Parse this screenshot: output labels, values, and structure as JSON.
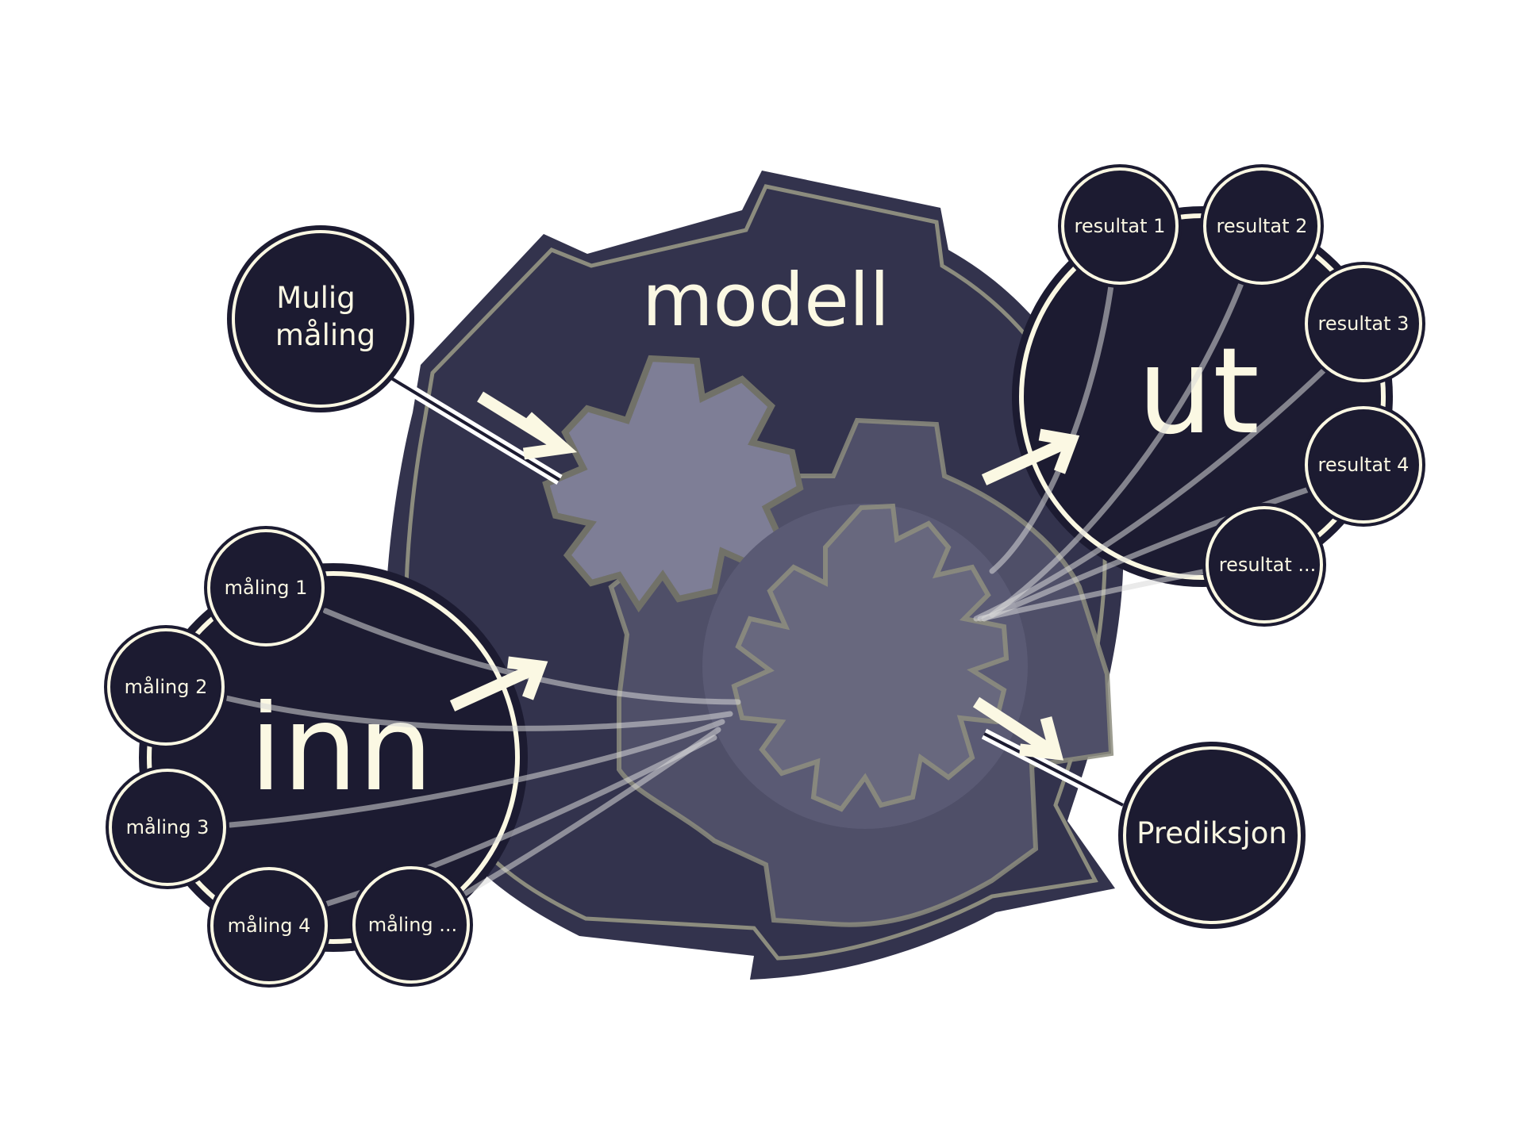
{
  "model": {
    "title": "modell"
  },
  "input": {
    "label": "inn",
    "measurements": [
      "måling  1",
      "måling 2",
      "måling 3",
      "måling 4",
      "måling ..."
    ]
  },
  "output": {
    "label": "ut",
    "results": [
      "resultat  1",
      "resultat 2",
      "resultat 3",
      "resultat 4",
      "resultat ..."
    ]
  },
  "possible_measurement": {
    "line1": "Mulig",
    "line2": "måling"
  },
  "prediction": {
    "label": "Prediksjon"
  },
  "colors": {
    "node_fill": "#1c1b31",
    "model_fill": "#33334d",
    "model_outline": "#8c8c7e",
    "gear_small": "#7e7e96",
    "gear_large": "#68687e",
    "gear_back": "#4f4f68",
    "text": "#fbf8e3"
  },
  "icons": [
    "gear-icon",
    "arrow-icon"
  ]
}
